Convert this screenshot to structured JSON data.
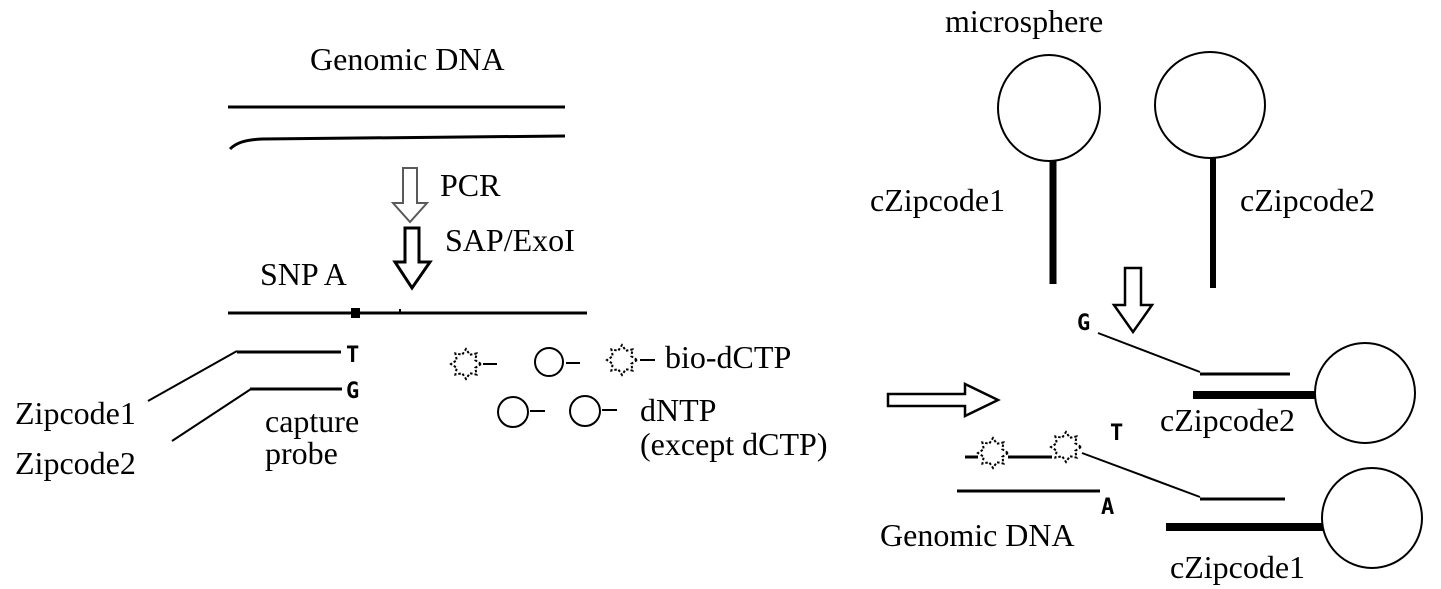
{
  "colors": {
    "ink": "#000000",
    "background": "#ffffff",
    "arrow_light": "#5a5a5a"
  },
  "left_panel": {
    "genomic_dna": "Genomic DNA",
    "step_pcr": "PCR",
    "step_cleanup": "SAP/ExoI",
    "snp_label": "SNP A",
    "probe1_base": "T",
    "probe2_base": "G",
    "zipcode1": "Zipcode1",
    "zipcode2": "Zipcode2",
    "capture_probe": [
      "capture",
      "probe"
    ]
  },
  "reagents": {
    "bio_dctp": "bio-dCTP",
    "dntp": "dNTP",
    "dntp_note": "(except dCTP)"
  },
  "right_panel": {
    "microsphere": "microsphere",
    "czipcode1": "cZipcode1",
    "czipcode2": "cZipcode2",
    "extended_probe_base_top": "G",
    "hybrid_top_czipcode": "cZipcode2",
    "extended_probe_base_bottom": "T",
    "template_base": "A",
    "genomic_dna": "Genomic DNA",
    "hybrid_bottom_czipcode": "cZipcode1"
  }
}
